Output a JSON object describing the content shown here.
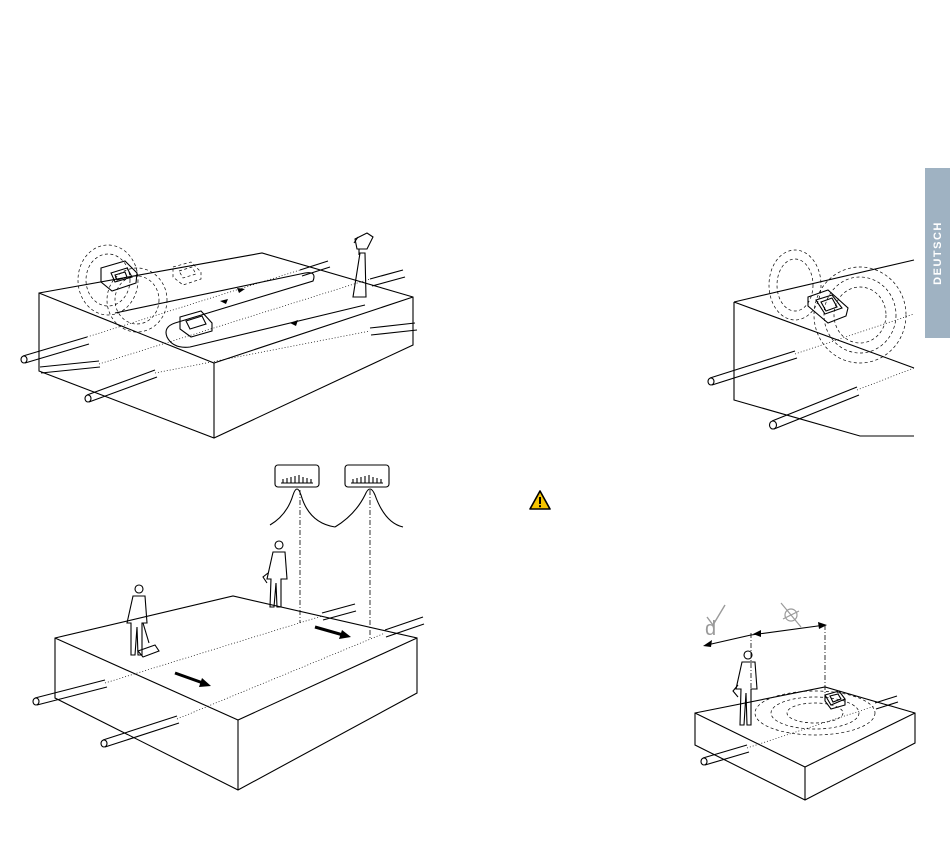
{
  "sidebar": {
    "language_tab": "DEUTSCH",
    "color": "#9fb2c2"
  },
  "figures": [
    {
      "name": "transmitter-sweep-over-pipes"
    },
    {
      "name": "transmitter-over-pipe-signal"
    },
    {
      "name": "two-person-sweep-with-peak-displays"
    },
    {
      "name": "distance-between-operator-and-transmitter",
      "labels": {
        "distance": "d"
      }
    }
  ],
  "warning": {
    "icon": "warning-triangle-icon",
    "color": "#f5c400"
  }
}
